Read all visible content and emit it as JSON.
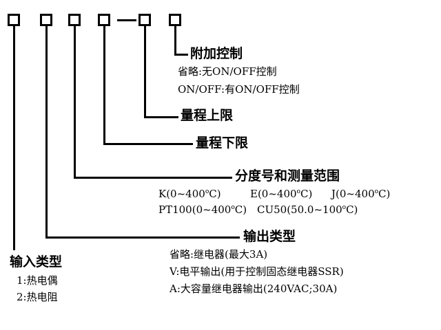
{
  "code_boxes": [
    "box1",
    "box2",
    "box3",
    "box4",
    "box5",
    "box6"
  ],
  "code_separator": "—",
  "control": {
    "title": "附加控制",
    "lines": [
      "省略:无ON/OFF控制",
      "ON/OFF:有ON/OFF控制"
    ]
  },
  "upper_limit": {
    "title": "量程上限"
  },
  "lower_limit": {
    "title": "量程下限"
  },
  "division": {
    "title": "分度号和测量范围",
    "k": "K(0~400°C)",
    "e": "E(0~400°C)",
    "j": "J(0~400°C)",
    "pt100": "PT100(0~400°C)",
    "cu50": "CU50(50.0~100°C)"
  },
  "output": {
    "title": "输出类型",
    "lines": [
      "省略:继电器(最大3A)",
      "V:电平输出(用于控制固态继电器SSR)",
      "A:大容量继电器输出(240VAC;30A)"
    ]
  },
  "input": {
    "title": "输入类型",
    "lines": [
      "1:热电偶",
      "2:热电阻"
    ]
  }
}
